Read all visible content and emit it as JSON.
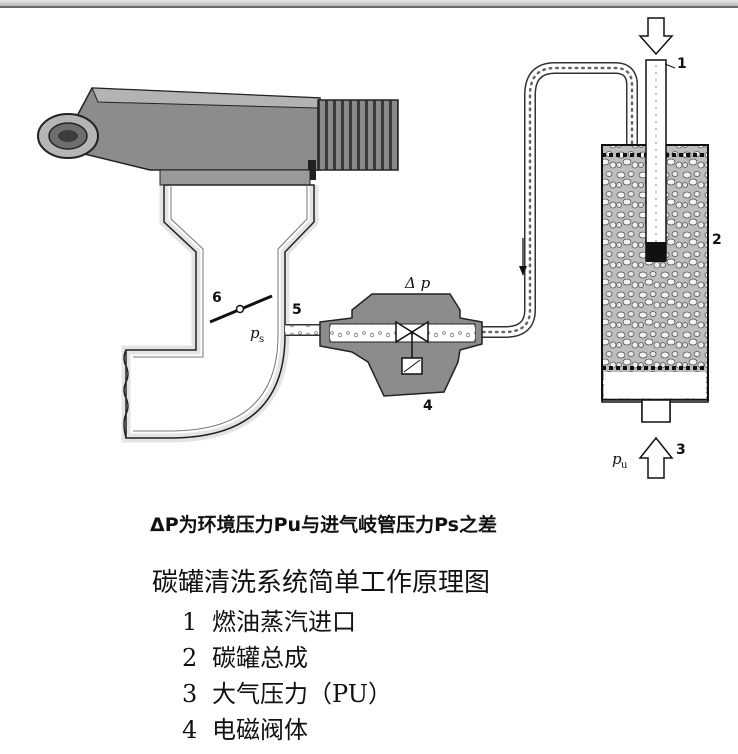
{
  "diagram": {
    "labels": {
      "n1": "1",
      "n2": "2",
      "n3": "3",
      "n4": "4",
      "n5": "5",
      "n6": "6",
      "delta_p": "Δ p",
      "ps_main": "p",
      "ps_sub": "s",
      "pu_main": "p",
      "pu_sub": "u"
    }
  },
  "caption": "ΔP为环境压力Pu与进气岐管压力Ps之差",
  "title": "碳罐清洗系统简单工作原理图",
  "legend": [
    {
      "num": "1",
      "text": "燃油蒸汽进口"
    },
    {
      "num": "2",
      "text": "碳罐总成"
    },
    {
      "num": "3",
      "text": "大气压力（PU）"
    },
    {
      "num": "4",
      "text": "电磁阀体"
    }
  ]
}
